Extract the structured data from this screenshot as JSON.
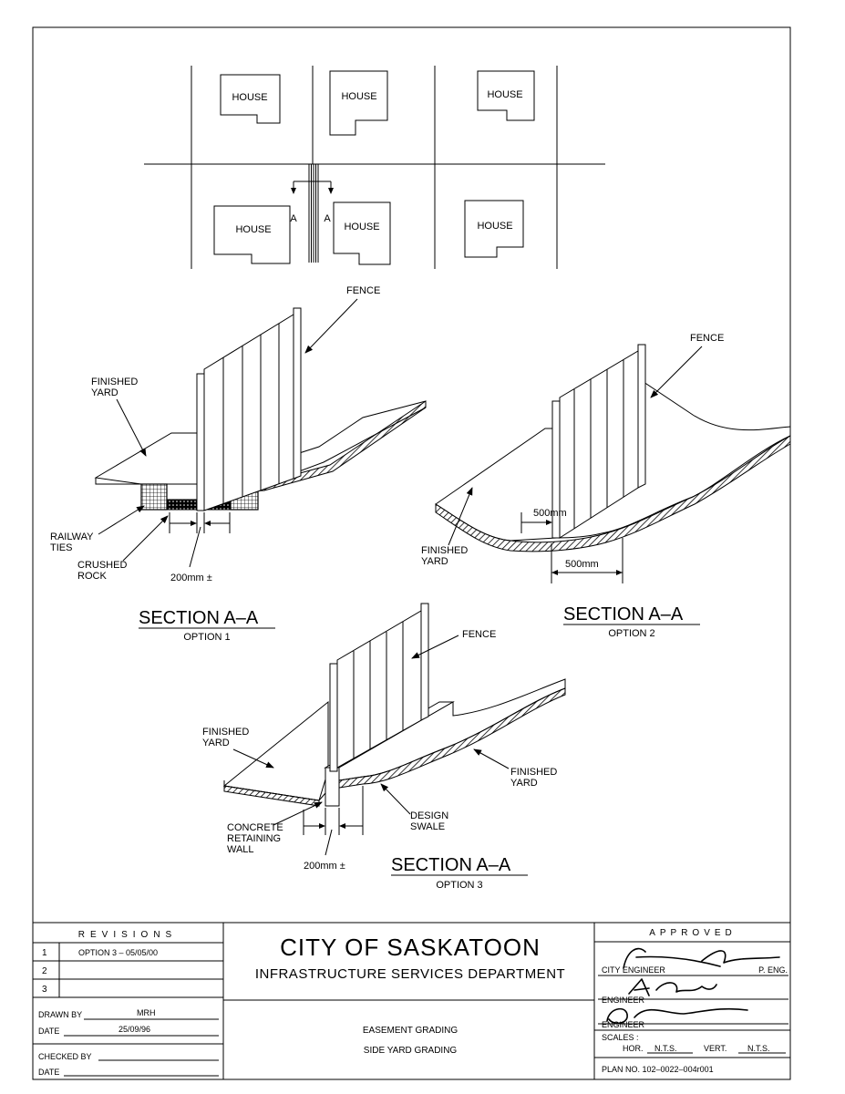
{
  "plan_view": {
    "house_label": "HOUSE",
    "section_mark": "A"
  },
  "section1": {
    "fence": "FENCE",
    "finished_yard": [
      "FINISHED",
      "YARD"
    ],
    "railway_ties": [
      "RAILWAY",
      "TIES"
    ],
    "crushed_rock": [
      "CRUSHED",
      "ROCK"
    ],
    "dimension": "200mm ±",
    "title": "SECTION A–A",
    "option": "OPTION 1"
  },
  "section2": {
    "fence": "FENCE",
    "finished_yard": [
      "FINISHED",
      "YARD"
    ],
    "dim_a": "500mm",
    "dim_b": "500mm",
    "title": "SECTION A–A",
    "option": "OPTION 2"
  },
  "section3": {
    "fence": "FENCE",
    "finished_yard_left": [
      "FINISHED",
      "YARD"
    ],
    "finished_yard_right": [
      "FINISHED",
      "YARD"
    ],
    "design_swale": [
      "DESIGN",
      "SWALE"
    ],
    "retaining_wall": [
      "CONCRETE",
      "RETAINING",
      "WALL"
    ],
    "dimension": "200mm ±",
    "title": "SECTION A–A",
    "option": "OPTION 3"
  },
  "title_block": {
    "revisions_heading": "REVISIONS",
    "revisions": [
      {
        "num": "1",
        "text": "OPTION 3 – 05/05/00"
      },
      {
        "num": "2",
        "text": ""
      },
      {
        "num": "3",
        "text": ""
      }
    ],
    "drawn_by_label": "DRAWN BY",
    "drawn_by": "MRH",
    "date_label": "DATE",
    "date": "25/09/96",
    "checked_by_label": "CHECKED BY",
    "checked_date_label": "DATE",
    "organization": "CITY OF SASKATOON",
    "department": "INFRASTRUCTURE SERVICES DEPARTMENT",
    "drawing_title_1": "EASEMENT GRADING",
    "drawing_title_2": "SIDE YARD GRADING",
    "approved_heading": "APPROVED",
    "city_engineer_label": "CITY ENGINEER",
    "p_eng": "P. ENG.",
    "engineer_label_1": "ENGINEER",
    "engineer_label_2": "ENGINEER",
    "scales_label": "SCALES :",
    "hor_label": "HOR.",
    "hor_value": "N.T.S.",
    "vert_label": "VERT.",
    "vert_value": "N.T.S.",
    "plan_no": "PLAN NO. 102–0022–004r001"
  }
}
